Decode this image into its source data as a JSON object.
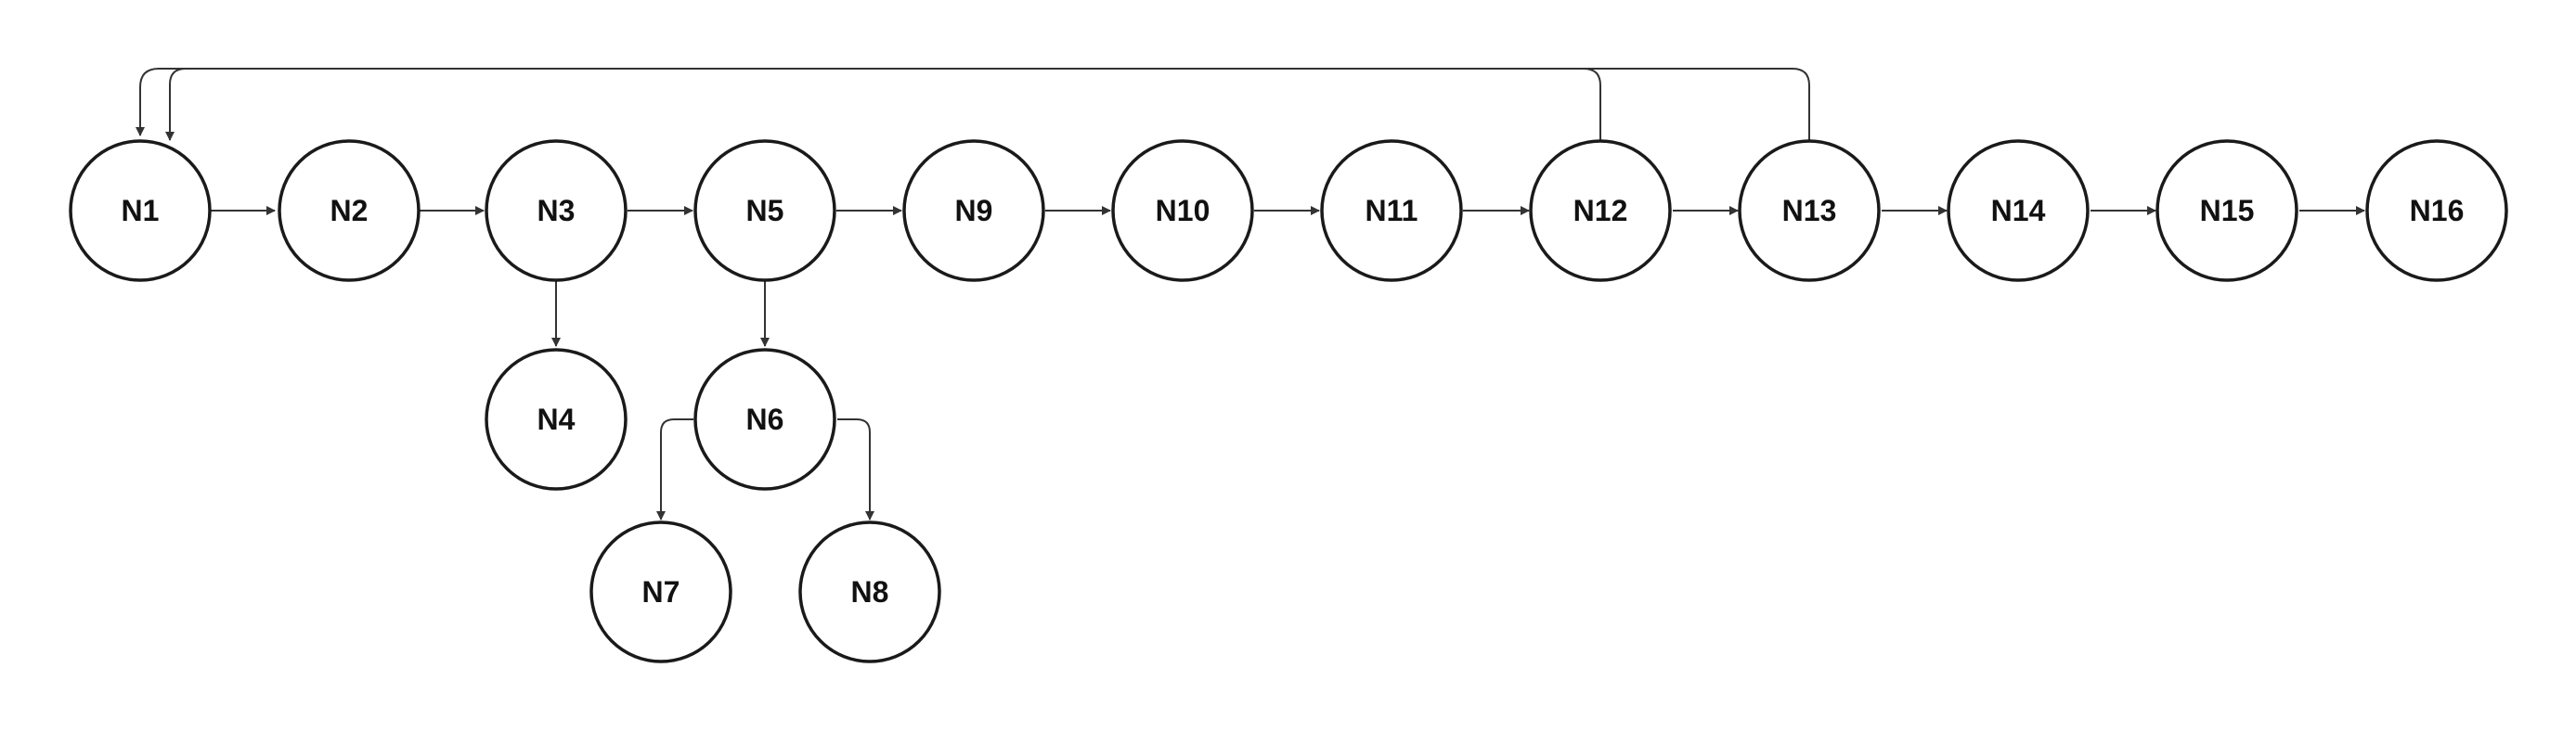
{
  "diagram": {
    "nodes": [
      {
        "id": "N1",
        "label": "N1"
      },
      {
        "id": "N2",
        "label": "N2"
      },
      {
        "id": "N3",
        "label": "N3"
      },
      {
        "id": "N4",
        "label": "N4"
      },
      {
        "id": "N5",
        "label": "N5"
      },
      {
        "id": "N6",
        "label": "N6"
      },
      {
        "id": "N7",
        "label": "N7"
      },
      {
        "id": "N8",
        "label": "N8"
      },
      {
        "id": "N9",
        "label": "N9"
      },
      {
        "id": "N10",
        "label": "N10"
      },
      {
        "id": "N11",
        "label": "N11"
      },
      {
        "id": "N12",
        "label": "N12"
      },
      {
        "id": "N13",
        "label": "N13"
      },
      {
        "id": "N14",
        "label": "N14"
      },
      {
        "id": "N15",
        "label": "N15"
      },
      {
        "id": "N16",
        "label": "N16"
      }
    ],
    "edges": [
      {
        "from": "N1",
        "to": "N2"
      },
      {
        "from": "N2",
        "to": "N3"
      },
      {
        "from": "N3",
        "to": "N5"
      },
      {
        "from": "N3",
        "to": "N4"
      },
      {
        "from": "N5",
        "to": "N9"
      },
      {
        "from": "N5",
        "to": "N6"
      },
      {
        "from": "N6",
        "to": "N7"
      },
      {
        "from": "N6",
        "to": "N8"
      },
      {
        "from": "N9",
        "to": "N10"
      },
      {
        "from": "N10",
        "to": "N11"
      },
      {
        "from": "N11",
        "to": "N12"
      },
      {
        "from": "N12",
        "to": "N13"
      },
      {
        "from": "N13",
        "to": "N14"
      },
      {
        "from": "N14",
        "to": "N15"
      },
      {
        "from": "N15",
        "to": "N16"
      },
      {
        "from": "N12",
        "to": "N1"
      },
      {
        "from": "N13",
        "to": "N1"
      }
    ],
    "colors": {
      "node_stroke": "#1a1a1a",
      "edge": "#333333",
      "label": "#111111",
      "background": "#ffffff"
    }
  }
}
